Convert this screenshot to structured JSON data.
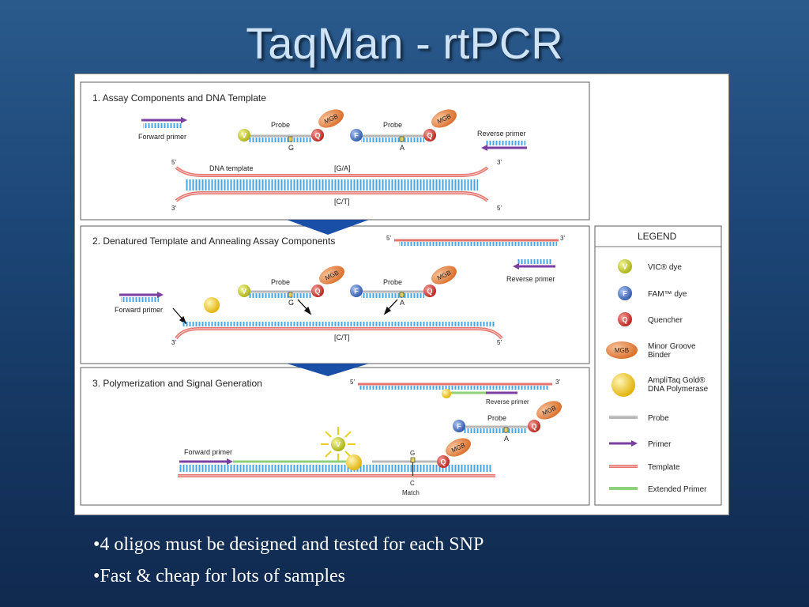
{
  "title": "TaqMan - rtPCR",
  "colors": {
    "template": "#e6746e",
    "primer": "#7a3fa0",
    "probe": "#b8b8b8",
    "extended_primer": "#8fd07a",
    "teeth": "#4aa3df",
    "vic": "#c9d02b",
    "fam": "#3d6fc4",
    "quencher": "#d3332a",
    "mgb": "#e8823c",
    "polymerase": "#f2c81e",
    "arrow_blue": "#1a4fa8"
  },
  "panels": [
    {
      "title": "1. Assay Components and DNA Template",
      "forward_primer": "Forward primer",
      "reverse_primer": "Reverse primer",
      "probe_1": {
        "label": "Probe",
        "base": "G",
        "dye": "V",
        "quencher": "Q",
        "mgb": "MGB"
      },
      "probe_2": {
        "label": "Probe",
        "base": "A",
        "dye": "F",
        "quencher": "Q",
        "mgb": "MGB"
      },
      "dna_template": "DNA template",
      "top_snp": "[G/A]",
      "bottom_snp": "[C/T]",
      "five_prime": "5'",
      "three_prime": "3'"
    },
    {
      "title": "2. Denatured Template and Annealing Assay Components",
      "forward_primer": "Forward primer",
      "reverse_primer": "Reverse primer",
      "probe_1": {
        "label": "Probe",
        "base": "G",
        "dye": "V",
        "quencher": "Q",
        "mgb": "MGB"
      },
      "probe_2": {
        "label": "Probe",
        "base": "A",
        "dye": "F",
        "quencher": "Q",
        "mgb": "MGB"
      },
      "bottom_snp": "[C/T]",
      "five_prime": "5'",
      "three_prime": "3'"
    },
    {
      "title": "3. Polymerization and Signal Generation",
      "forward_primer": "Forward primer",
      "reverse_primer": "Reverse primer",
      "probe_2": {
        "label": "Probe",
        "base": "A",
        "dye": "F",
        "quencher": "Q",
        "mgb": "MGB"
      },
      "released_dye": "V",
      "match_top": "G",
      "match_bottom": "C",
      "match": "Match",
      "quencher": "Q",
      "mgb": "MGB",
      "five_prime": "5'",
      "three_prime": "3'"
    }
  ],
  "legend": {
    "title": "LEGEND",
    "items": [
      {
        "symbol": "V",
        "label": "VIC® dye"
      },
      {
        "symbol": "F",
        "label": "FAM™ dye"
      },
      {
        "symbol": "Q",
        "label": "Quencher"
      },
      {
        "symbol": "MGB",
        "label_1": "Minor Groove",
        "label_2": "Binder"
      },
      {
        "symbol": "",
        "label_1": "AmpliTaq Gold®",
        "label_2": "DNA Polymerase"
      },
      {
        "label": "Probe"
      },
      {
        "label": "Primer"
      },
      {
        "label": "Template"
      },
      {
        "label": "Extended Primer"
      }
    ]
  },
  "bullets": [
    "•4 oligos must be designed and tested for each SNP",
    "•Fast & cheap for lots of samples"
  ]
}
